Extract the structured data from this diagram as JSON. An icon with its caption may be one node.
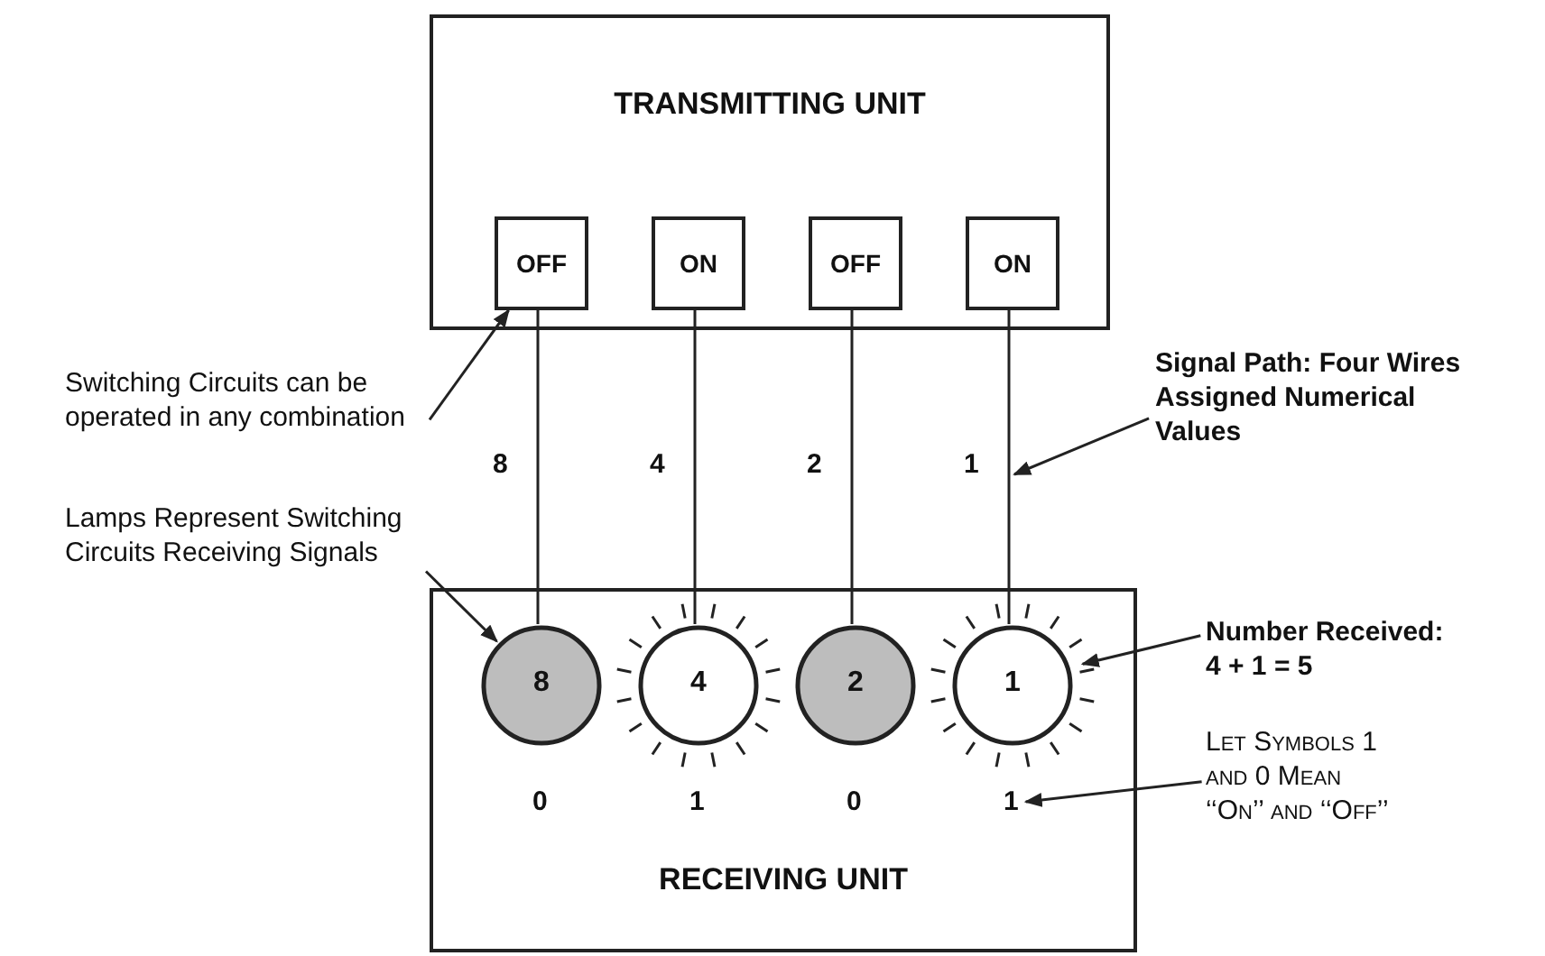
{
  "diagram": {
    "nodes": [
      {
        "text": [
          "TRANSMITTING UNIT"
        ]
      },
      {
        "text": [
          "OFF"
        ],
        "in": 0
      },
      {
        "text": [
          "ON"
        ],
        "in": 0
      },
      {
        "text": [
          "OFF"
        ],
        "in": 0
      },
      {
        "text": [
          "ON"
        ],
        "in": 0
      },
      {
        "text": [
          "RECEIVING UNIT"
        ]
      },
      {
        "text": [
          "8"
        ],
        "in": 5,
        "beside": [
          "0"
        ]
      },
      {
        "text": [
          "4"
        ],
        "in": 5,
        "beside": [
          "1"
        ]
      },
      {
        "text": [
          "2"
        ],
        "in": 5,
        "beside": [
          "0"
        ]
      },
      {
        "text": [
          "1"
        ],
        "in": 5,
        "beside": [
          "1"
        ]
      },
      {
        "text": [
          "Switching Circuits can be operated in any combination"
        ]
      },
      {
        "text": [
          "Lamps Represent Switching Circuits Receiving Signals"
        ]
      },
      {
        "text": [
          "Signal Path: Four Wires Assigned Numerical Values"
        ]
      },
      {
        "text": [
          "Number Received: 4 + 1 = 5"
        ]
      },
      {
        "text": [
          "Let Symbols 1 and 0 Mean ‘‘On’’ and ‘‘Off’’"
        ]
      }
    ],
    "edges": [
      {
        "from": 1,
        "to": 6,
        "arrow": "none",
        "label": "8"
      },
      {
        "from": 2,
        "to": 7,
        "arrow": "none",
        "label": "4"
      },
      {
        "from": 3,
        "to": 8,
        "arrow": "none",
        "label": "2"
      },
      {
        "from": 4,
        "to": 9,
        "arrow": "none",
        "label": "1"
      },
      {
        "from": 10,
        "to": 1,
        "arrow": "to"
      },
      {
        "from": 11,
        "to": 6,
        "arrow": "to"
      },
      {
        "from": 12,
        "to": null,
        "arrow": "to"
      },
      {
        "from": 13,
        "to": 9,
        "arrow": "to"
      },
      {
        "from": 14,
        "to": 9,
        "arrow": "to"
      }
    ]
  }
}
